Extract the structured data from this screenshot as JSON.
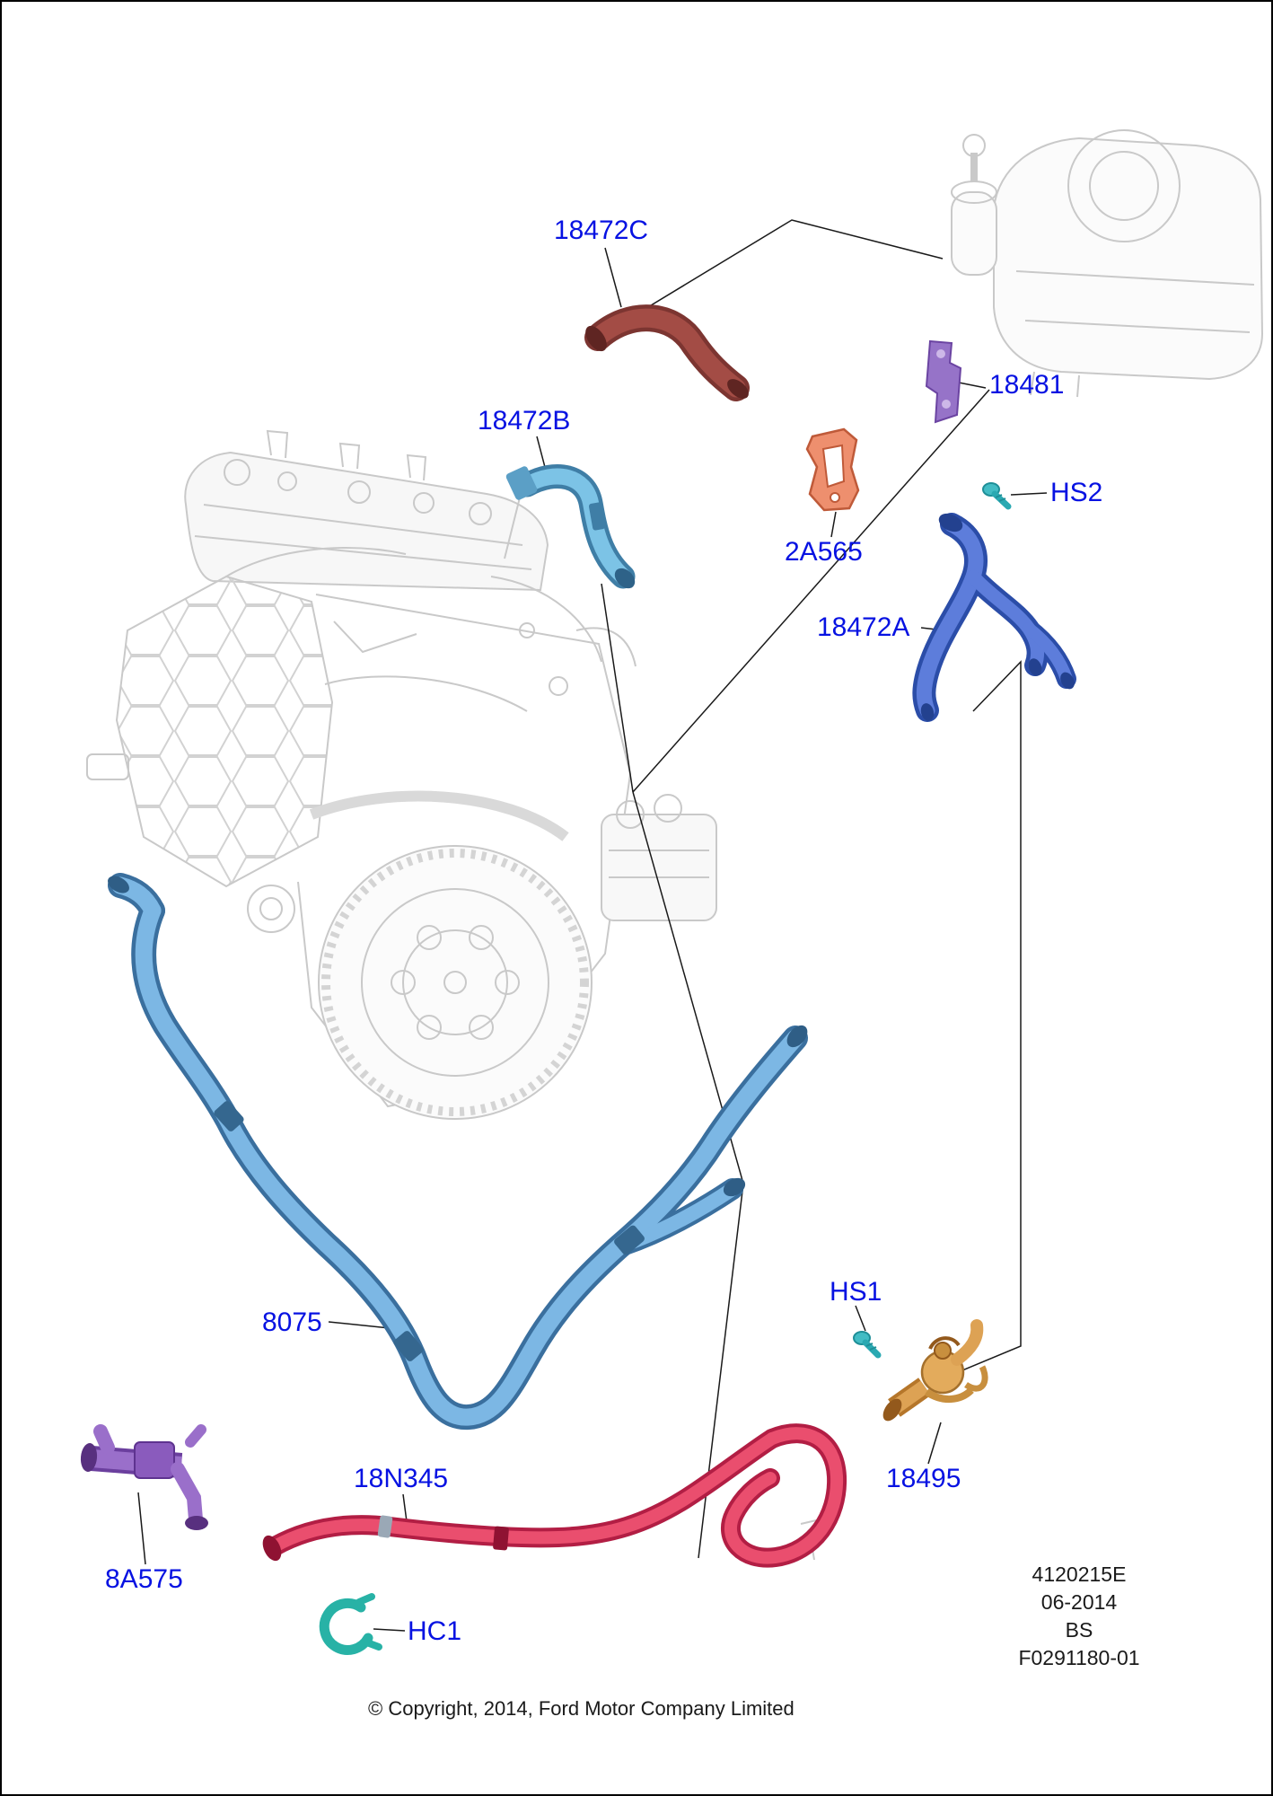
{
  "colors": {
    "label_text": "#0712e2",
    "callout_line": "#1a1a1a",
    "illustration_gray": "#c9c9c9",
    "hose_18472C": "#a34c45",
    "hose_18472B": "#7cc3e6",
    "bracket_18481": "#9673c8",
    "screw_HS2": "#42bcc4",
    "bracket_2A565": "#ee8f6e",
    "hose_18472A": "#5d7ddb",
    "hose_8075": "#7cb7e4",
    "screw_HS1": "#42bcc4",
    "valve_18495": "#e3ab5c",
    "hose_18N345": "#ea4e6e",
    "valve_8A575": "#9a6fca",
    "clamp_HC1": "#28b2a6"
  },
  "parts": [
    {
      "label": "18472C"
    },
    {
      "label": "18472B"
    },
    {
      "label": "18481"
    },
    {
      "label": "HS2"
    },
    {
      "label": "2A565"
    },
    {
      "label": "18472A"
    },
    {
      "label": "8075"
    },
    {
      "label": "HS1"
    },
    {
      "label": "18495"
    },
    {
      "label": "18N345"
    },
    {
      "label": "8A575"
    },
    {
      "label": "HC1"
    }
  ],
  "footer": {
    "copyright": "© Copyright, 2014, Ford Motor Company Limited",
    "doc_number": "4120215E",
    "doc_date": "06-2014",
    "doc_code": "BS",
    "doc_figure": "F0291180-01"
  }
}
